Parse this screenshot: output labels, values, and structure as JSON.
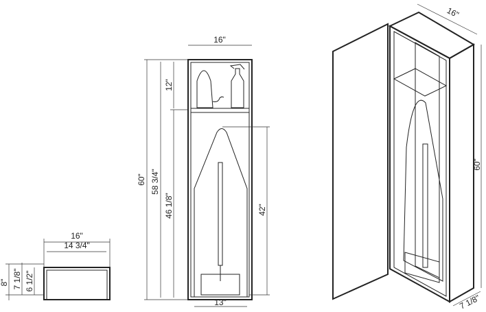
{
  "drawer_view": {
    "width_outer": "16\"",
    "width_inner": "14 3/4\"",
    "height_outer": "8\"",
    "height_mid": "7 1/8\"",
    "height_inner": "6 1/2\""
  },
  "front_view": {
    "width_top": "16\"",
    "total_height": "60\"",
    "inner_height": "58 3/4\"",
    "lower_height": "46 1/8\"",
    "shelf_height": "12\"",
    "board_height": "42\"",
    "board_width": "13\""
  },
  "iso_view": {
    "width": "16\"",
    "height": "60\"",
    "depth": "7 1/8\""
  },
  "colors": {
    "line": "#222222",
    "panel": "#ffffff",
    "hardware": "#cccccc"
  }
}
